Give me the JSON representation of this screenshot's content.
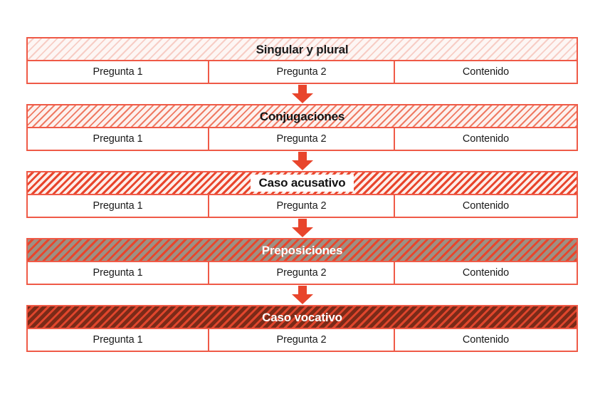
{
  "diagram": {
    "type": "progression-flow",
    "accent_color": "#ef5a47",
    "arrow_color": "#e8452c",
    "arrow_icon": "arrow-down-icon",
    "columns": [
      "Pregunta 1",
      "Pregunta 2",
      "Contenido"
    ],
    "blocks": [
      {
        "level": 1,
        "title": "Singular y plural",
        "hatch_density": "very-light",
        "bar_background": "#fdf3f1",
        "hatch_color": "#f7cdc5",
        "title_color": "#1c1c1c",
        "cells": [
          "Pregunta 1",
          "Pregunta 2",
          "Contenido"
        ]
      },
      {
        "level": 2,
        "title": "Conjugaciones",
        "hatch_density": "light",
        "bar_background": "#fdeeea",
        "hatch_color": "#ef7a63",
        "title_color": "#141414",
        "cells": [
          "Pregunta 1",
          "Pregunta 2",
          "Contenido"
        ]
      },
      {
        "level": 3,
        "title": "Caso acusativo",
        "hatch_density": "medium",
        "bar_background": "#fdeae6",
        "hatch_color": "#e8452c",
        "title_color": "#121212",
        "cells": [
          "Pregunta 1",
          "Pregunta 2",
          "Contenido"
        ]
      },
      {
        "level": 4,
        "title": "Preposiciones",
        "hatch_density": "dense",
        "bar_background": "#9e9083",
        "hatch_color": "#e8452c",
        "title_color": "#ffffff",
        "cells": [
          "Pregunta 1",
          "Pregunta 2",
          "Contenido"
        ]
      },
      {
        "level": 5,
        "title": "Caso vocativo",
        "hatch_density": "very-dense",
        "bar_background": "#7a2a18",
        "hatch_color": "#e0452c",
        "title_color": "#ffffff",
        "cells": [
          "Pregunta 1",
          "Pregunta 2",
          "Contenido"
        ]
      }
    ]
  }
}
